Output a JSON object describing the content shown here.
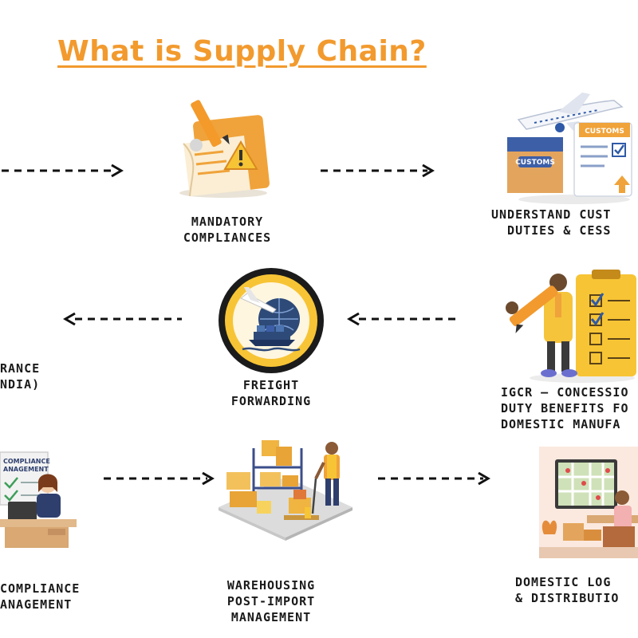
{
  "title": "What is Supply Chain?",
  "nodes": [
    {
      "id": "mandatory",
      "label": "MANDATORY\nCOMPLIANCES",
      "icon": "checklist-warning-icon"
    },
    {
      "id": "customs",
      "label": "UNDERSTAND CUST\n  DUTIES & CESS",
      "icon": "customs-airplane-icon"
    },
    {
      "id": "clearance",
      "label": "RANCE\nNDIA)",
      "icon": ""
    },
    {
      "id": "freight",
      "label": "FREIGHT\nFORWARDING",
      "icon": "globe-airplane-ship-icon"
    },
    {
      "id": "igcr",
      "label": "IGCR — CONCESSIO\nDUTY BENEFITS FO\nDOMESTIC MANUFA",
      "icon": "person-checklist-icon"
    },
    {
      "id": "compliance",
      "label": "COMPLIANCE\nANAGEMENT",
      "icon": "compliance-desk-icon",
      "sign_text": [
        "COMPLIANCE",
        "ANAGEMENT"
      ]
    },
    {
      "id": "warehousing",
      "label": "WAREHOUSING\nPOST-IMPORT\nMANAGEMENT",
      "icon": "warehouse-icon"
    },
    {
      "id": "domestic",
      "label": "DOMESTIC LOG\n& DISTRIBUTIO",
      "icon": "map-delivery-icon"
    }
  ],
  "illustration_text": {
    "customs_box": "CUSTOMS",
    "customs_doc": "CUSTOMS",
    "compliance_sign_1": "COMPLIANCE",
    "compliance_sign_2": "ANAGEMENT"
  },
  "colors": {
    "title": "#f29a2e",
    "accent_yellow": "#f7c435",
    "orange": "#f0a33a",
    "navy": "#2e3f6e",
    "arrow": "#111111"
  }
}
